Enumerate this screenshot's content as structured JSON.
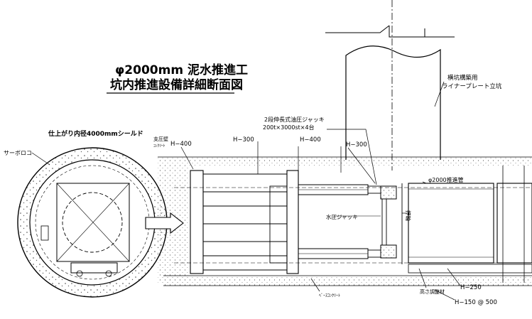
{
  "title": {
    "line1": "φ2000mm 泥水推進工",
    "line2": "坑内推進設備詳細断面図"
  },
  "labels": {
    "shaft": "横坑構築用",
    "shaft_sub": "ライナープレート立坑",
    "jack_spec_1": "2段伸長式油圧ジャッキ",
    "jack_spec_2": "200t×3000st×4台",
    "pipe": "φ2000推進管",
    "shield": "仕上がり内径4000mmシールド",
    "sabo": "サーボロコ",
    "support_wall": "支圧壁",
    "support_wall_sub": "ｺﾝｸﾘｰﾄ",
    "h400_left": "H−400",
    "h300_left": "H−300",
    "h400_mid": "H−400",
    "h300_right": "H−300",
    "water_jack": "水圧ジャッキ",
    "push_ring": "押輪",
    "base_concrete": "ﾍﾞｰｽｺﾝｸﾘｰﾄ",
    "height_adjust": "高さ調整材",
    "h250": "H−250",
    "h150": "H−150 @ 500"
  }
}
